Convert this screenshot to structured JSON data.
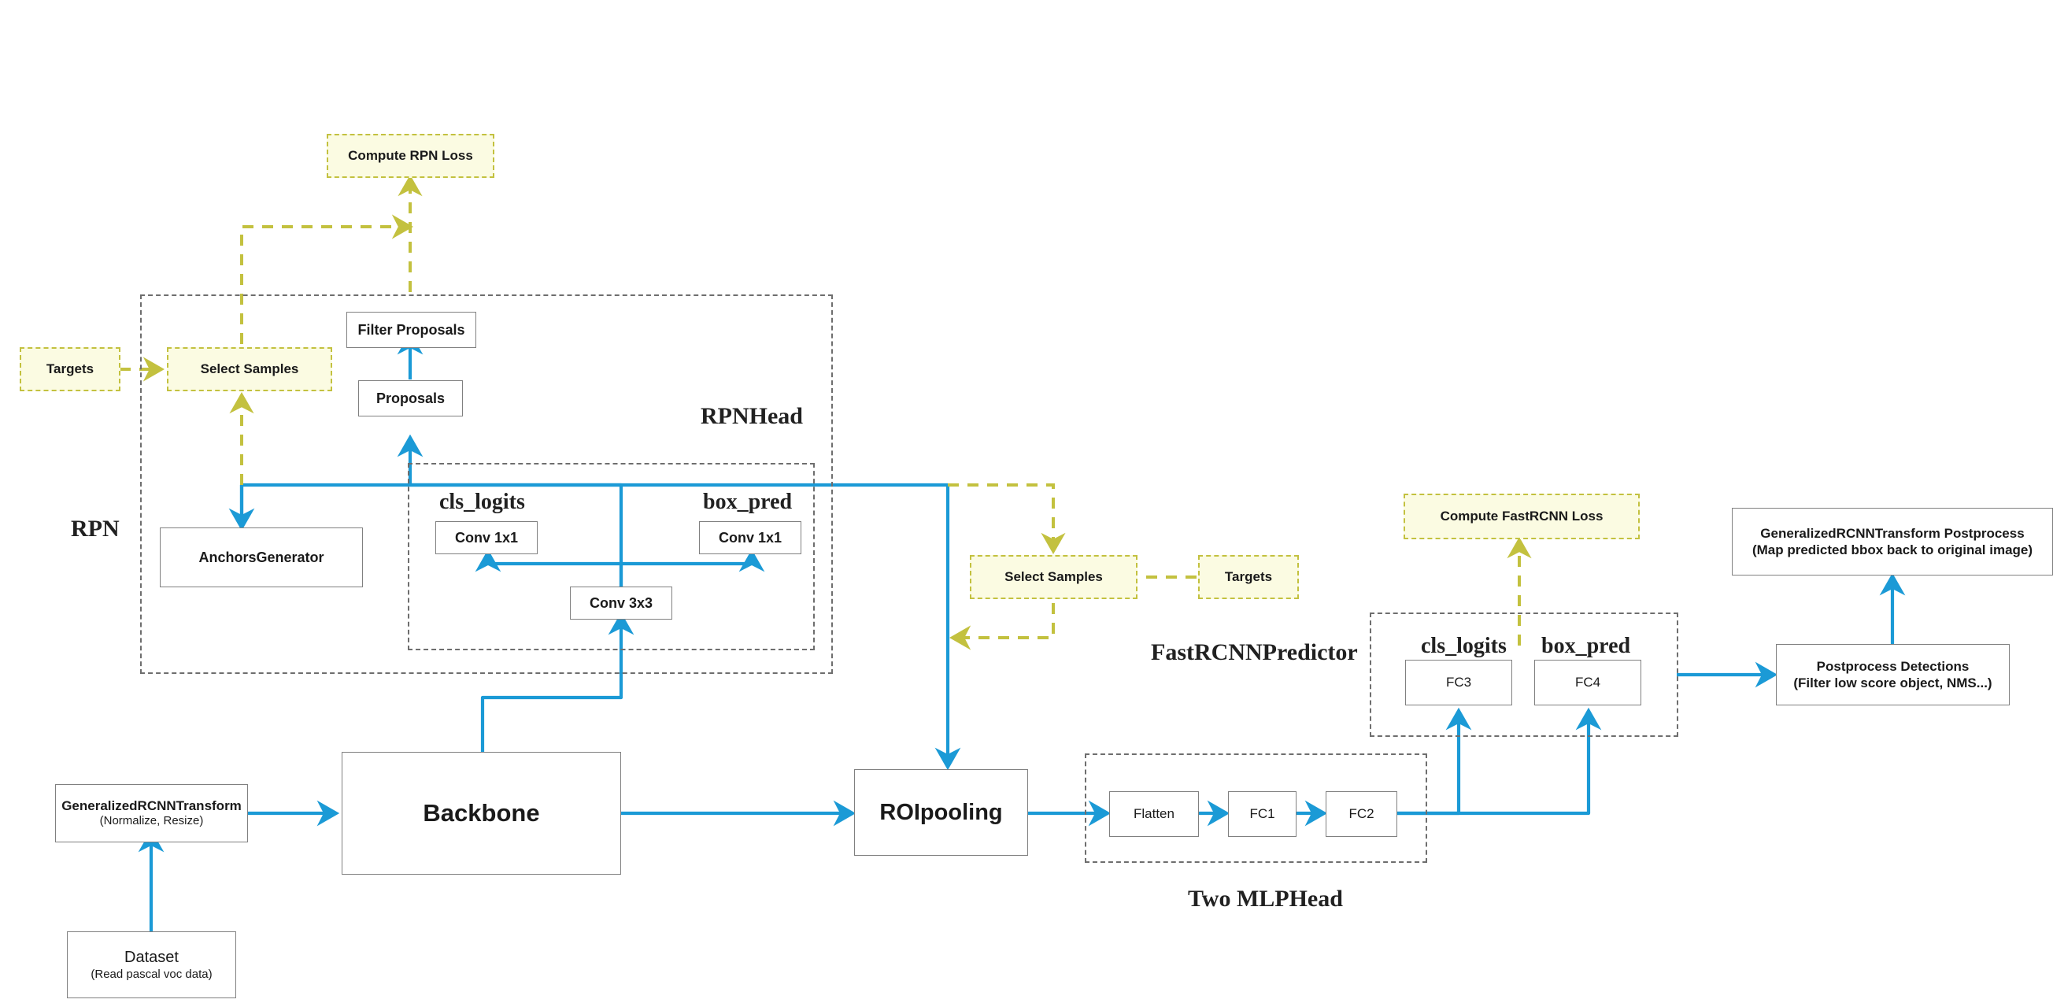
{
  "diagram": {
    "title": "Faster R-CNN architecture flow",
    "colors": {
      "flow_blue": "#1b9ad6",
      "loss_olive": "#c3c13f",
      "group_gray": "#6e6e6e",
      "node_border": "#808080",
      "yellow_fill": "#fbfbe2"
    }
  },
  "groups": [
    {
      "name": "rpn",
      "label": "RPN"
    },
    {
      "name": "rpn-head",
      "label": "RPNHead"
    },
    {
      "name": "two-mlp-head",
      "label": "Two MLPHead"
    },
    {
      "name": "fast-rcnn-predictor",
      "label": "FastRCNNPredictor"
    }
  ],
  "field_labels": {
    "rpn_cls_logits": "cls_logits",
    "rpn_box_pred": "box_pred",
    "frcnn_cls_logits": "cls_logits",
    "frcnn_box_pred": "box_pred"
  },
  "nodes": {
    "dataset": {
      "title": "Dataset",
      "subtitle": "(Read pascal voc data)"
    },
    "transform": {
      "title": "GeneralizedRCNNTransform",
      "subtitle": "(Normalize, Resize)"
    },
    "backbone": {
      "title": "Backbone"
    },
    "roipooling": {
      "title": "ROIpooling"
    },
    "anchors_generator": {
      "title": "AnchorsGenerator"
    },
    "proposals": {
      "title": "Proposals"
    },
    "filter_proposals": {
      "title": "Filter Proposals"
    },
    "rpn_conv3x3": {
      "title": "Conv 3x3"
    },
    "rpn_conv1x1_cls": {
      "title": "Conv 1x1"
    },
    "rpn_conv1x1_box": {
      "title": "Conv 1x1"
    },
    "flatten": {
      "title": "Flatten"
    },
    "fc1": {
      "title": "FC1"
    },
    "fc2": {
      "title": "FC2"
    },
    "fc3": {
      "title": "FC3"
    },
    "fc4": {
      "title": "FC4"
    },
    "postprocess_detections": {
      "title": "Postprocess Detections",
      "subtitle": "(Filter low score object,  NMS...)"
    },
    "transform_postprocess": {
      "title": "GeneralizedRCNNTransform   Postprocess",
      "subtitle": "(Map predicted bbox back to original image)"
    },
    "rpn_targets": {
      "title": "Targets"
    },
    "rpn_select_samples": {
      "title": "Select Samples"
    },
    "compute_rpn_loss": {
      "title": "Compute RPN Loss"
    },
    "frcnn_targets": {
      "title": "Targets"
    },
    "frcnn_select_samples": {
      "title": "Select Samples"
    },
    "compute_fastrcnn_loss": {
      "title": "Compute FastRCNN Loss"
    }
  }
}
